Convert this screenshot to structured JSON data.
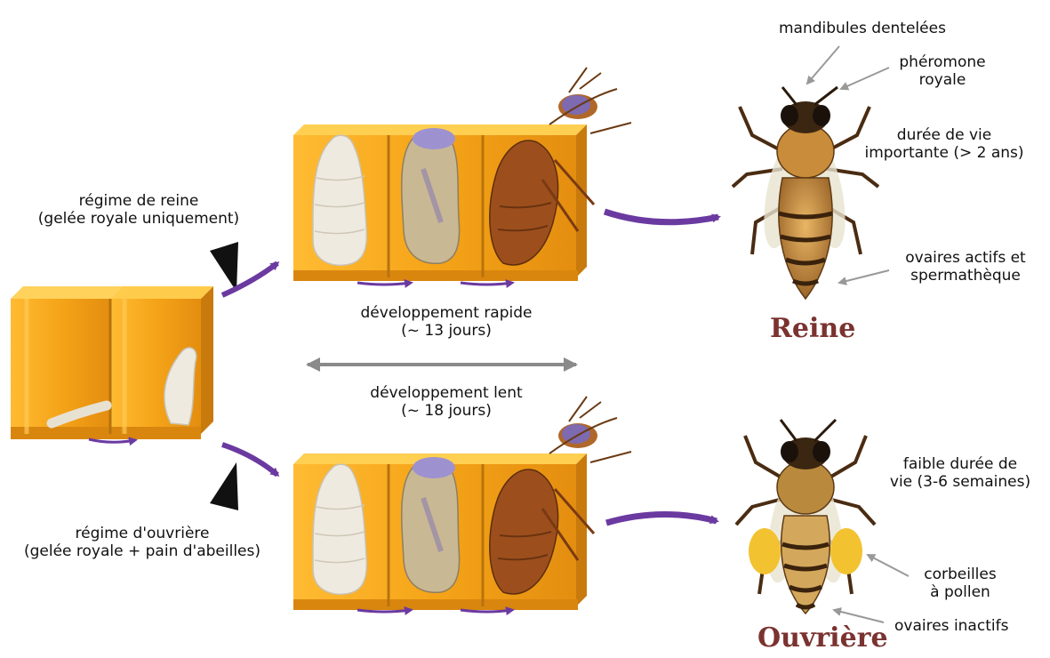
{
  "colors": {
    "comb_main": "#f4a51c",
    "comb_dark": "#d9860f",
    "comb_light": "#ffc94a",
    "purple_arrow": "#6b3aa0",
    "gray_arrow": "#8a8a8a",
    "pointer_black": "#111111",
    "title_color": "#7a3330"
  },
  "diet": {
    "queen_line1": "régime de reine",
    "queen_line2": "(gelée royale uniquement)",
    "worker_line1": "régime d'ouvrière",
    "worker_line2": "(gelée royale + pain d'abeilles)"
  },
  "development": {
    "fast_line1": "développement rapide",
    "fast_line2": "(~ 13 jours)",
    "slow_line1": "développement lent",
    "slow_line2": "(~ 18 jours)"
  },
  "queen": {
    "title": "Reine",
    "trait_mandibles": "mandibules dentelées",
    "trait_pheromone_1": "phéromone",
    "trait_pheromone_2": "royale",
    "trait_lifespan_1": "durée de vie",
    "trait_lifespan_2": "importante (> 2 ans)",
    "trait_ovaries_1": "ovaires actifs et",
    "trait_ovaries_2": "spermathèque"
  },
  "worker": {
    "title": "Ouvrière",
    "trait_lifespan_1": "faible durée de",
    "trait_lifespan_2": "vie (3-6 semaines)",
    "trait_pollen_1": "corbeilles",
    "trait_pollen_2": "à pollen",
    "trait_ovaries": "ovaires inactifs"
  }
}
